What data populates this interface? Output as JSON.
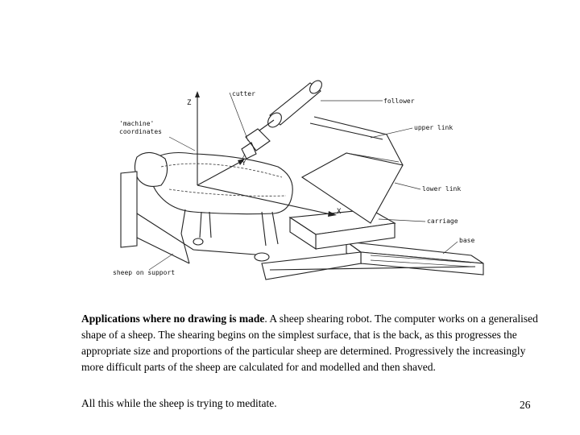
{
  "figure": {
    "labels": {
      "z": "Z",
      "y": "Y",
      "x": "X",
      "cutter": "cutter",
      "follower": "follower",
      "machine": "'machine'",
      "coordinates": "coordinates",
      "upper_link": "upper link",
      "lower_link": "lower link",
      "carriage": "carriage",
      "base": "base",
      "sheep_support": "sheep on support"
    }
  },
  "caption": {
    "lead": "Applications where no drawing is made",
    "body": ". A sheep shearing robot. The computer works on a generalised shape of a sheep. The shearing begins on the simplest surface, that is the back, as this progresses the appropriate size and proportions of the particular sheep are determined. Progressively the increasingly more difficult parts of the sheep are calculated for and modelled and then shaved."
  },
  "closing": "All this while the sheep is trying to meditate.",
  "page_number": "26"
}
